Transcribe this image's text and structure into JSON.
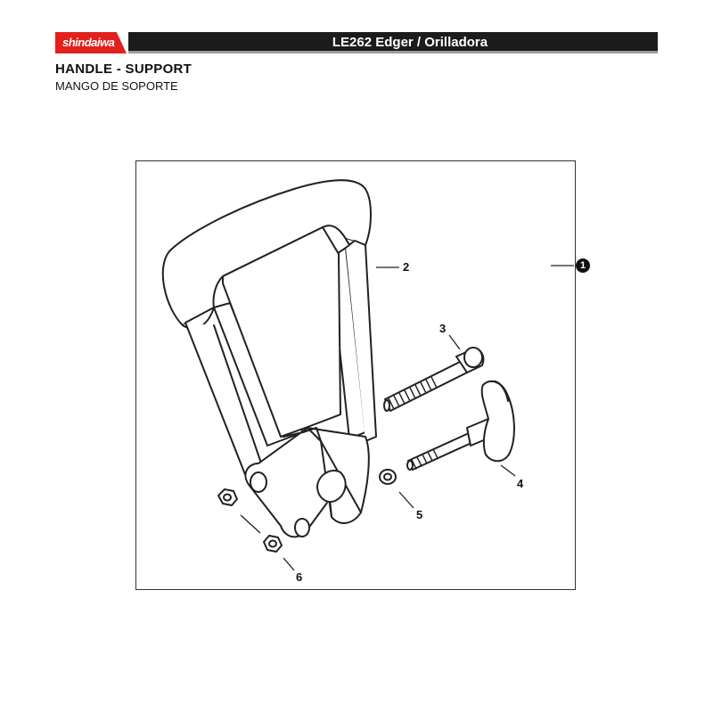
{
  "header": {
    "brand": "shindaiwa",
    "model": "LE262 Edger / Orilladora",
    "colors": {
      "brand": "#e2211c",
      "bar": "#1c1c1c",
      "rule": "#9a9a9a"
    }
  },
  "section": {
    "title": "HANDLE - SUPPORT",
    "subtitle": "MANGO DE SOPORTE"
  },
  "callouts": {
    "assembly": "1",
    "handle": "2",
    "bolt": "3",
    "knob": "4",
    "washer": "5",
    "nut": "6"
  },
  "icons": {
    "brand": "shindaiwa-logo",
    "assembly": "filled-circle-number"
  }
}
